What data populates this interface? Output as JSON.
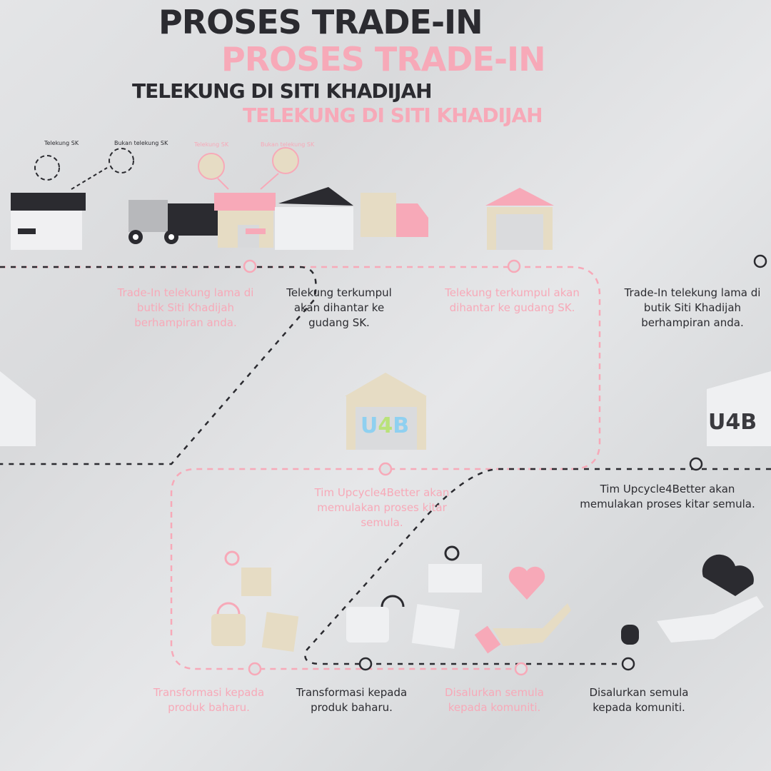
{
  "title": {
    "line1": "PROSES TRADE-IN",
    "line2": "TELEKUNG DI SITI KHADIJAH"
  },
  "labels": {
    "telekung_sk": "Telekung SK",
    "bukan_telekung_sk": "Bukan telekung SK"
  },
  "steps": [
    {
      "text": "Trade-In telekung lama di butik Siti Khadijah berhampiran anda."
    },
    {
      "text": "Telekung terkumpul akan dihantar ke gudang SK."
    },
    {
      "text": "Tim Upcycle4Better akan memulakan proses kitar semula."
    },
    {
      "text": "Transformasi kepada produk baharu."
    },
    {
      "text": "Disalurkan semula kepada komuniti."
    }
  ],
  "logo": {
    "u": "U",
    "four": "4",
    "b": "B"
  },
  "colors": {
    "pink": "#f7a9b8",
    "dark": "#2b2b30",
    "beige": "#e6dcc4"
  }
}
